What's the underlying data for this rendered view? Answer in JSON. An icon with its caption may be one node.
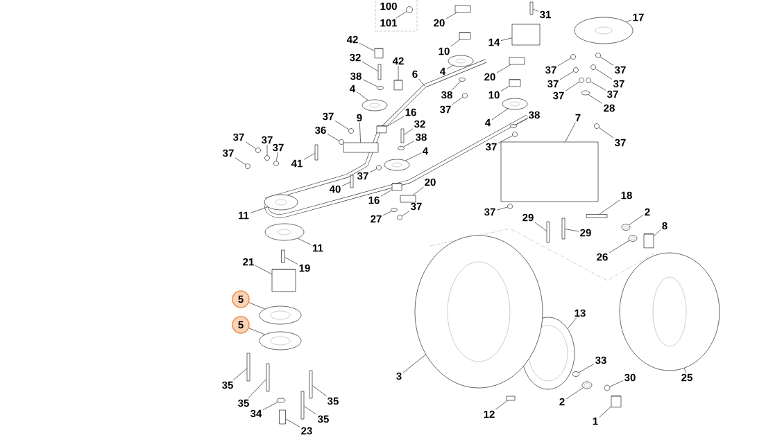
{
  "diagram": {
    "nodes": [
      {
        "text": [],
        "shape": "box"
      },
      {
        "text": [
          "100"
        ],
        "in": 0
      },
      {
        "text": [
          "101"
        ],
        "in": 0
      },
      {
        "text": [
          "20"
        ]
      },
      {
        "text": [
          "31"
        ]
      },
      {
        "text": [
          "17"
        ]
      },
      {
        "text": [
          "42"
        ]
      },
      {
        "text": [
          "14"
        ]
      },
      {
        "text": [
          "10"
        ]
      },
      {
        "text": [
          "32"
        ]
      },
      {
        "text": [
          "42"
        ]
      },
      {
        "text": [
          "4"
        ]
      },
      {
        "text": [
          "6"
        ]
      },
      {
        "text": [
          "20"
        ]
      },
      {
        "text": [
          "37"
        ]
      },
      {
        "text": [
          "37"
        ]
      },
      {
        "text": [
          "38"
        ]
      },
      {
        "text": [
          "37"
        ]
      },
      {
        "text": [
          "37"
        ]
      },
      {
        "text": [
          "4"
        ]
      },
      {
        "text": [
          "10"
        ]
      },
      {
        "text": [
          "38"
        ]
      },
      {
        "text": [
          "37"
        ]
      },
      {
        "text": [
          "37"
        ]
      },
      {
        "text": [
          "28"
        ]
      },
      {
        "text": [
          "37"
        ]
      },
      {
        "text": [
          "16"
        ]
      },
      {
        "text": [
          "38"
        ]
      },
      {
        "text": [
          "37"
        ]
      },
      {
        "text": [
          "9"
        ]
      },
      {
        "text": [
          "7"
        ]
      },
      {
        "text": [
          "4"
        ]
      },
      {
        "text": [
          "32"
        ]
      },
      {
        "text": [
          "36"
        ]
      },
      {
        "text": [
          "37"
        ]
      },
      {
        "text": [
          "37"
        ]
      },
      {
        "text": [
          "38"
        ]
      },
      {
        "text": [
          "37"
        ]
      },
      {
        "text": [
          "37"
        ]
      },
      {
        "text": [
          "37"
        ]
      },
      {
        "text": [
          "4"
        ]
      },
      {
        "text": [
          "37"
        ]
      },
      {
        "text": [
          "41"
        ]
      },
      {
        "text": [
          "37"
        ]
      },
      {
        "text": [
          "20"
        ]
      },
      {
        "text": [
          "40"
        ]
      },
      {
        "text": [
          "18"
        ]
      },
      {
        "text": [
          "16"
        ]
      },
      {
        "text": [
          "37"
        ]
      },
      {
        "text": [
          "37"
        ]
      },
      {
        "text": [
          "2"
        ]
      },
      {
        "text": [
          "11"
        ]
      },
      {
        "text": [
          "29"
        ]
      },
      {
        "text": [
          "27"
        ]
      },
      {
        "text": [
          "8"
        ]
      },
      {
        "text": [
          "29"
        ]
      },
      {
        "text": [
          "11"
        ]
      },
      {
        "text": [
          "26"
        ]
      },
      {
        "text": [
          "21"
        ]
      },
      {
        "text": [
          "19"
        ]
      },
      {
        "text": [
          "5"
        ]
      },
      {
        "text": [
          "13"
        ]
      },
      {
        "text": [
          "5"
        ]
      },
      {
        "text": [
          "33"
        ]
      },
      {
        "text": [
          "3"
        ]
      },
      {
        "text": [
          "25"
        ]
      },
      {
        "text": [
          "30"
        ]
      },
      {
        "text": [
          "35"
        ]
      },
      {
        "text": [
          "35"
        ]
      },
      {
        "text": [
          "2"
        ]
      },
      {
        "text": [
          "35"
        ]
      },
      {
        "text": [
          "12"
        ]
      },
      {
        "text": [
          "34"
        ]
      },
      {
        "text": [
          "35"
        ]
      },
      {
        "text": [
          "1"
        ]
      },
      {
        "text": [
          "23"
        ]
      },
      {
        "text": [],
        "shape": "circle",
        "in": 0
      },
      {
        "text": [],
        "shape": "box"
      },
      {
        "text": [],
        "shape": "bar"
      },
      {
        "text": [],
        "shape": "ellipse"
      },
      {
        "text": [],
        "shape": "cylinder"
      },
      {
        "text": [],
        "shape": "box"
      },
      {
        "text": [],
        "shape": "cylinder"
      },
      {
        "text": [],
        "shape": "bar"
      },
      {
        "text": [],
        "shape": "cylinder"
      },
      {
        "text": [],
        "shape": "ellipse"
      },
      {
        "text": [],
        "shape": "box"
      },
      {
        "text": [],
        "shape": "circle"
      },
      {
        "text": [],
        "shape": "circle"
      },
      {
        "text": [],
        "shape": "ellipse"
      },
      {
        "text": [],
        "shape": "circle"
      },
      {
        "text": [],
        "shape": "circle"
      },
      {
        "text": [],
        "shape": "ellipse"
      },
      {
        "text": [],
        "shape": "cylinder"
      },
      {
        "text": [],
        "shape": "ellipse"
      },
      {
        "text": [],
        "shape": "circle"
      },
      {
        "text": [],
        "shape": "circle"
      },
      {
        "text": [],
        "shape": "ellipse"
      },
      {
        "text": [],
        "shape": "circle"
      },
      {
        "text": [],
        "shape": "cylinder"
      },
      {
        "text": [],
        "shape": "ellipse"
      },
      {
        "text": [],
        "shape": "circle"
      },
      {
        "text": [],
        "shape": "box"
      },
      {
        "text": [],
        "shape": "box"
      },
      {
        "text": [],
        "shape": "ellipse"
      },
      {
        "text": [],
        "shape": "bar"
      },
      {
        "text": [],
        "shape": "circle"
      },
      {
        "text": [],
        "shape": "circle"
      },
      {
        "text": [],
        "shape": "circle"
      },
      {
        "text": [],
        "shape": "ellipse"
      },
      {
        "text": [],
        "shape": "circle"
      },
      {
        "text": [],
        "shape": "circle"
      },
      {
        "text": [],
        "shape": "circle"
      },
      {
        "text": [],
        "shape": "ellipse"
      },
      {
        "text": [],
        "shape": "circle"
      },
      {
        "text": [],
        "shape": "bar"
      },
      {
        "text": [],
        "shape": "circle"
      },
      {
        "text": [],
        "shape": "box"
      },
      {
        "text": [],
        "shape": "bar"
      },
      {
        "text": [],
        "shape": "bar"
      },
      {
        "text": [],
        "shape": "cylinder"
      },
      {
        "text": [],
        "shape": "circle"
      },
      {
        "text": [],
        "shape": "circle"
      },
      {
        "text": [],
        "shape": "ellipse"
      },
      {
        "text": [],
        "shape": "ellipse"
      },
      {
        "text": [],
        "shape": "bar"
      },
      {
        "text": [],
        "shape": "ellipse"
      },
      {
        "text": [],
        "shape": "cylinder"
      },
      {
        "text": [],
        "shape": "bar"
      },
      {
        "text": [],
        "shape": "ellipse"
      },
      {
        "text": [],
        "shape": "ellipse"
      },
      {
        "text": [],
        "shape": "cylinder"
      },
      {
        "text": [],
        "shape": "bar"
      },
      {
        "text": [],
        "shape": "ellipse"
      },
      {
        "text": [],
        "shape": "ellipse"
      },
      {
        "text": [],
        "shape": "ellipse"
      },
      {
        "text": [],
        "shape": "ellipse"
      },
      {
        "text": [],
        "shape": "ellipse"
      },
      {
        "text": [],
        "shape": "ellipse"
      },
      {
        "text": [],
        "shape": "circle"
      },
      {
        "text": [],
        "shape": "bar"
      },
      {
        "text": [],
        "shape": "bar"
      },
      {
        "text": [],
        "shape": "ellipse"
      },
      {
        "text": [],
        "shape": "bar"
      },
      {
        "text": [],
        "shape": "bar"
      },
      {
        "text": [],
        "shape": "ellipse"
      },
      {
        "text": [],
        "shape": "bar"
      },
      {
        "text": [],
        "shape": "cylinder"
      },
      {
        "text": [],
        "shape": "bar"
      }
    ],
    "edges": [
      {
        "from": 2,
        "to": 76,
        "arrow": "none"
      },
      {
        "from": 3,
        "to": 77,
        "arrow": "none"
      },
      {
        "from": 4,
        "to": 78,
        "arrow": "none"
      },
      {
        "from": 5,
        "to": 79,
        "arrow": "none"
      },
      {
        "from": 6,
        "to": 80,
        "arrow": "none"
      },
      {
        "from": 7,
        "to": 81,
        "arrow": "none"
      },
      {
        "from": 8,
        "to": 82,
        "arrow": "none"
      },
      {
        "from": 9,
        "to": 83,
        "arrow": "none"
      },
      {
        "from": 10,
        "to": 84,
        "arrow": "none"
      },
      {
        "from": 11,
        "to": 85,
        "arrow": "none"
      },
      {
        "from": 12,
        "to": null,
        "arrow": "none"
      },
      {
        "from": 13,
        "to": 86,
        "arrow": "none"
      },
      {
        "from": 14,
        "to": 87,
        "arrow": "none"
      },
      {
        "from": 15,
        "to": 88,
        "arrow": "none"
      },
      {
        "from": 16,
        "to": 89,
        "arrow": "none"
      },
      {
        "from": 17,
        "to": 90,
        "arrow": "none"
      },
      {
        "from": 18,
        "to": 91,
        "arrow": "none"
      },
      {
        "from": 19,
        "to": 92,
        "arrow": "none"
      },
      {
        "from": 20,
        "to": 93,
        "arrow": "none"
      },
      {
        "from": 21,
        "to": 94,
        "arrow": "none"
      },
      {
        "from": 22,
        "to": 95,
        "arrow": "none"
      },
      {
        "from": 23,
        "to": 96,
        "arrow": "none"
      },
      {
        "from": 24,
        "to": 97,
        "arrow": "none"
      },
      {
        "from": 25,
        "to": 98,
        "arrow": "none"
      },
      {
        "from": 26,
        "to": 99,
        "arrow": "none"
      },
      {
        "from": 27,
        "to": 100,
        "arrow": "none"
      },
      {
        "from": 28,
        "to": 101,
        "arrow": "none"
      },
      {
        "from": 29,
        "to": 102,
        "arrow": "none"
      },
      {
        "from": 30,
        "to": 103,
        "arrow": "none"
      },
      {
        "from": 31,
        "to": 104,
        "arrow": "none"
      },
      {
        "from": 32,
        "to": 105,
        "arrow": "none"
      },
      {
        "from": 33,
        "to": 106,
        "arrow": "none"
      },
      {
        "from": 34,
        "to": 107,
        "arrow": "none"
      },
      {
        "from": 35,
        "to": 108,
        "arrow": "none"
      },
      {
        "from": 36,
        "to": 109,
        "arrow": "none"
      },
      {
        "from": 37,
        "to": 110,
        "arrow": "none"
      },
      {
        "from": 38,
        "to": 111,
        "arrow": "none"
      },
      {
        "from": 39,
        "to": 112,
        "arrow": "none"
      },
      {
        "from": 40,
        "to": 113,
        "arrow": "none"
      },
      {
        "from": 41,
        "to": 114,
        "arrow": "none"
      },
      {
        "from": 42,
        "to": 115,
        "arrow": "none"
      },
      {
        "from": 43,
        "to": 116,
        "arrow": "none"
      },
      {
        "from": 44,
        "to": 117,
        "arrow": "none"
      },
      {
        "from": 45,
        "to": 118,
        "arrow": "none"
      },
      {
        "from": 46,
        "to": 119,
        "arrow": "none"
      },
      {
        "from": 47,
        "to": 120,
        "arrow": "none"
      },
      {
        "from": 48,
        "to": 121,
        "arrow": "none"
      },
      {
        "from": 49,
        "to": 122,
        "arrow": "none"
      },
      {
        "from": 50,
        "to": 123,
        "arrow": "none"
      },
      {
        "from": 51,
        "to": 124,
        "arrow": "none"
      },
      {
        "from": 52,
        "to": 125,
        "arrow": "none"
      },
      {
        "from": 53,
        "to": 126,
        "arrow": "none"
      },
      {
        "from": 54,
        "to": 127,
        "arrow": "none"
      },
      {
        "from": 55,
        "to": 128,
        "arrow": "none"
      },
      {
        "from": 56,
        "to": 129,
        "arrow": "none"
      },
      {
        "from": 57,
        "to": 130,
        "arrow": "none"
      },
      {
        "from": 58,
        "to": 131,
        "arrow": "none"
      },
      {
        "from": 59,
        "to": 132,
        "arrow": "none"
      },
      {
        "from": 60,
        "to": 133,
        "arrow": "none"
      },
      {
        "from": 61,
        "to": 134,
        "arrow": "none"
      },
      {
        "from": 62,
        "to": 135,
        "arrow": "none"
      },
      {
        "from": 63,
        "to": 136,
        "arrow": "none"
      },
      {
        "from": 64,
        "to": 137,
        "arrow": "none"
      },
      {
        "from": 65,
        "to": 138,
        "arrow": "none"
      },
      {
        "from": 66,
        "to": 139,
        "arrow": "none"
      },
      {
        "from": 67,
        "to": 140,
        "arrow": "none"
      },
      {
        "from": 68,
        "to": 141,
        "arrow": "none"
      },
      {
        "from": 69,
        "to": 142,
        "arrow": "none"
      },
      {
        "from": 70,
        "to": 143,
        "arrow": "none"
      },
      {
        "from": 71,
        "to": 144,
        "arrow": "none"
      },
      {
        "from": 72,
        "to": 145,
        "arrow": "none"
      },
      {
        "from": 73,
        "to": 146,
        "arrow": "none"
      },
      {
        "from": 74,
        "to": 147,
        "arrow": "none"
      },
      {
        "from": 75,
        "to": 148,
        "arrow": "none"
      }
    ]
  }
}
